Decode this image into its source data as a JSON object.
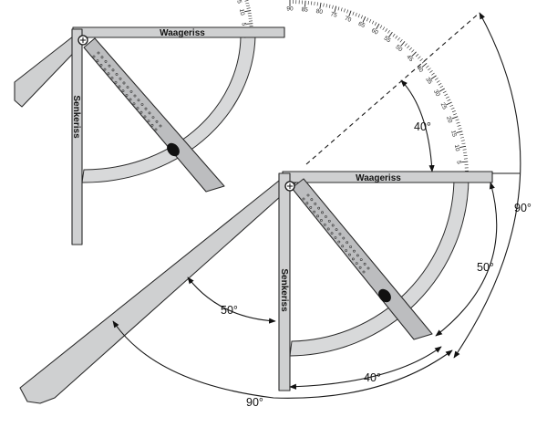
{
  "labels": {
    "horizontal_bar": "Waageriss",
    "vertical_bar": "Senkeriss"
  },
  "angles": {
    "top_40": "40°",
    "right_90": "90°",
    "right_50": "50°",
    "bottom_40": "40°",
    "bottom_90": "90°",
    "left_50": "50°"
  },
  "scale": {
    "min": 0,
    "max": 90,
    "label_step": 5
  },
  "colors": {
    "metal": "#cfd0d1",
    "outline": "#2b2b2b",
    "knob": "#111111"
  }
}
